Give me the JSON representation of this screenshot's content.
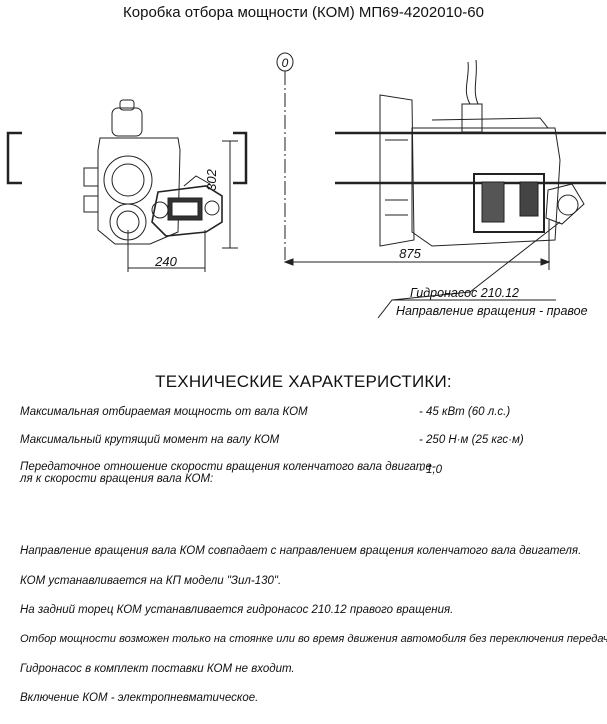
{
  "header": {
    "title": "Коробка отбора мощности (КОМ) МП69-4202010-60"
  },
  "drawing": {
    "view_marker": "0",
    "dim_height": "302",
    "dim_width_front": "240",
    "dim_length": "875",
    "callout_line1": "Гидронасос 210.12",
    "callout_line2": "Направление вращения - правое"
  },
  "specs": {
    "heading": "ТЕХНИЧЕСКИЕ ХАРАКТЕРИСТИКИ:",
    "rows": [
      {
        "label": "Максимальная отбираемая мощность от вала КОМ",
        "value": "- 45 кВт (60 л.с.)"
      },
      {
        "label": "Максимальный крутящий момент на  валу  КОМ",
        "value": "- 250 Н·м (25 кгс·м)"
      },
      {
        "label_line1": "Передаточное отношение скорости вращения коленчатого вала двигате-",
        "label_line2": "ля к скорости вращения вала  КОМ:",
        "value": "- 1,0"
      }
    ]
  },
  "notes": [
    "Направление вращения вала КОМ совпадает с  направлением вращения коленчатого вала двигателя.",
    "КОМ устанавливается на КП модели \"Зил-130\".",
    "На задний торец КОМ устанавливается гидронасос 210.12 правого вращения.",
    "Отбор мощности возможен только на стоянке или  во время движения автомобиля без переключения передач.",
    "Гидронасос в комплект поставки КОМ не входит.",
    "Включение КОМ - электропневматическое."
  ]
}
